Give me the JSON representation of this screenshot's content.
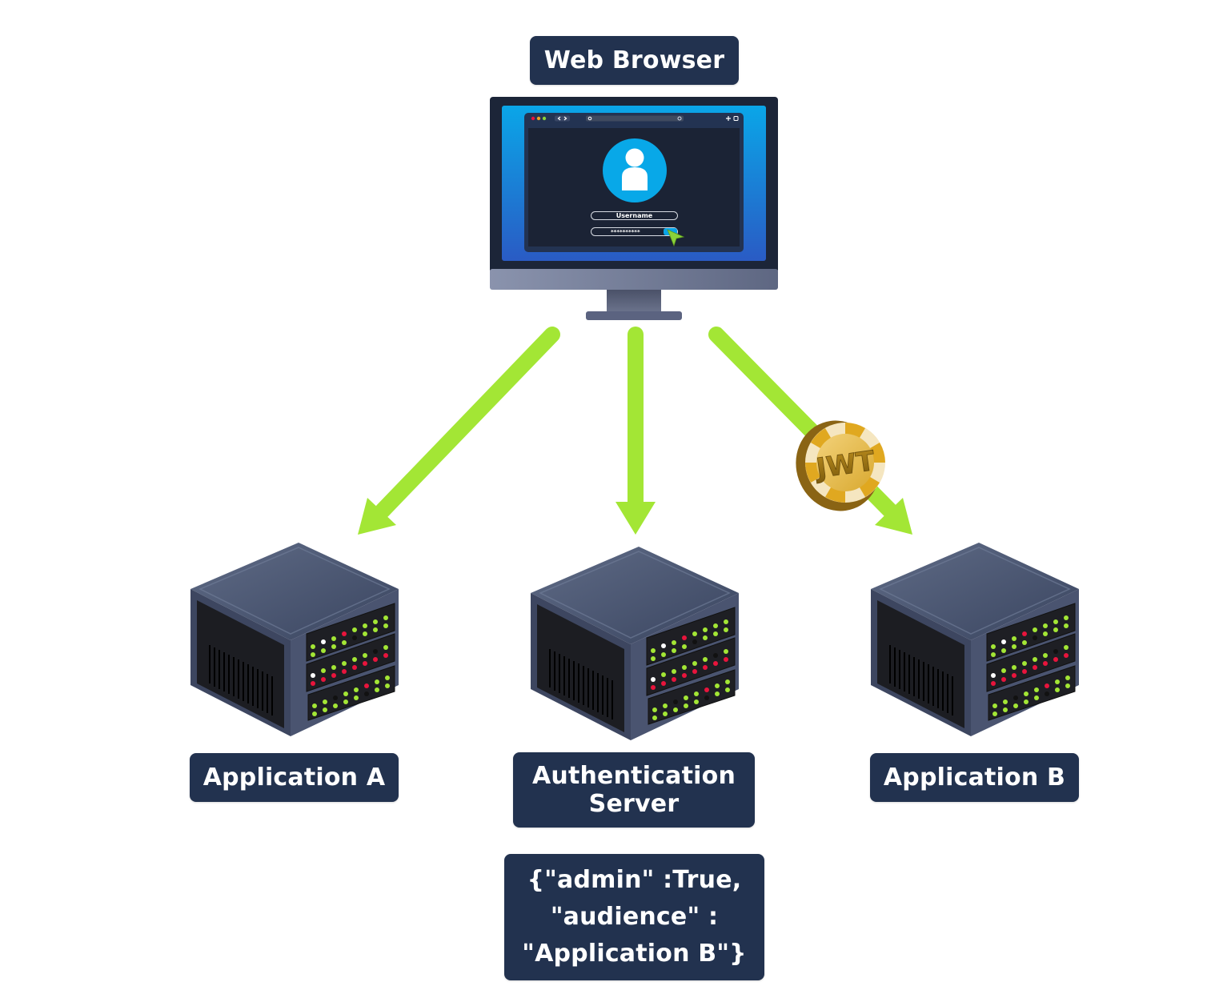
{
  "diagram": {
    "client": {
      "label": "Web Browser",
      "screen": {
        "username_field": "Username",
        "password_field": "**********",
        "icons": [
          "window-controls-icon",
          "nav-arrows-icon",
          "search-icon",
          "refresh-icon",
          "new-tab-icon",
          "tabs-icon",
          "user-avatar-icon",
          "cursor-icon"
        ]
      }
    },
    "servers": [
      {
        "id": "app-a",
        "label": "Application A"
      },
      {
        "id": "auth",
        "label_lines": [
          "Authentication",
          "Server"
        ]
      },
      {
        "id": "app-b",
        "label": "Application B"
      }
    ],
    "token": {
      "label": "JWT",
      "payload_lines": [
        "{\"admin\" :True,",
        "\"audience\" :",
        "\"Application B\"}"
      ]
    },
    "arrows": [
      {
        "from": "Web Browser",
        "to": "Application A"
      },
      {
        "from": "Web Browser",
        "to": "Authentication Server"
      },
      {
        "from": "Web Browser",
        "to": "Application B",
        "carries": "JWT"
      }
    ],
    "colors": {
      "label_bg": "#22324f",
      "arrow": "#a3e635",
      "screen_blue": "#0aa3e6",
      "led_green": "#a3e635",
      "led_red": "#e8143c",
      "coin_gold": "#e6b422"
    }
  }
}
